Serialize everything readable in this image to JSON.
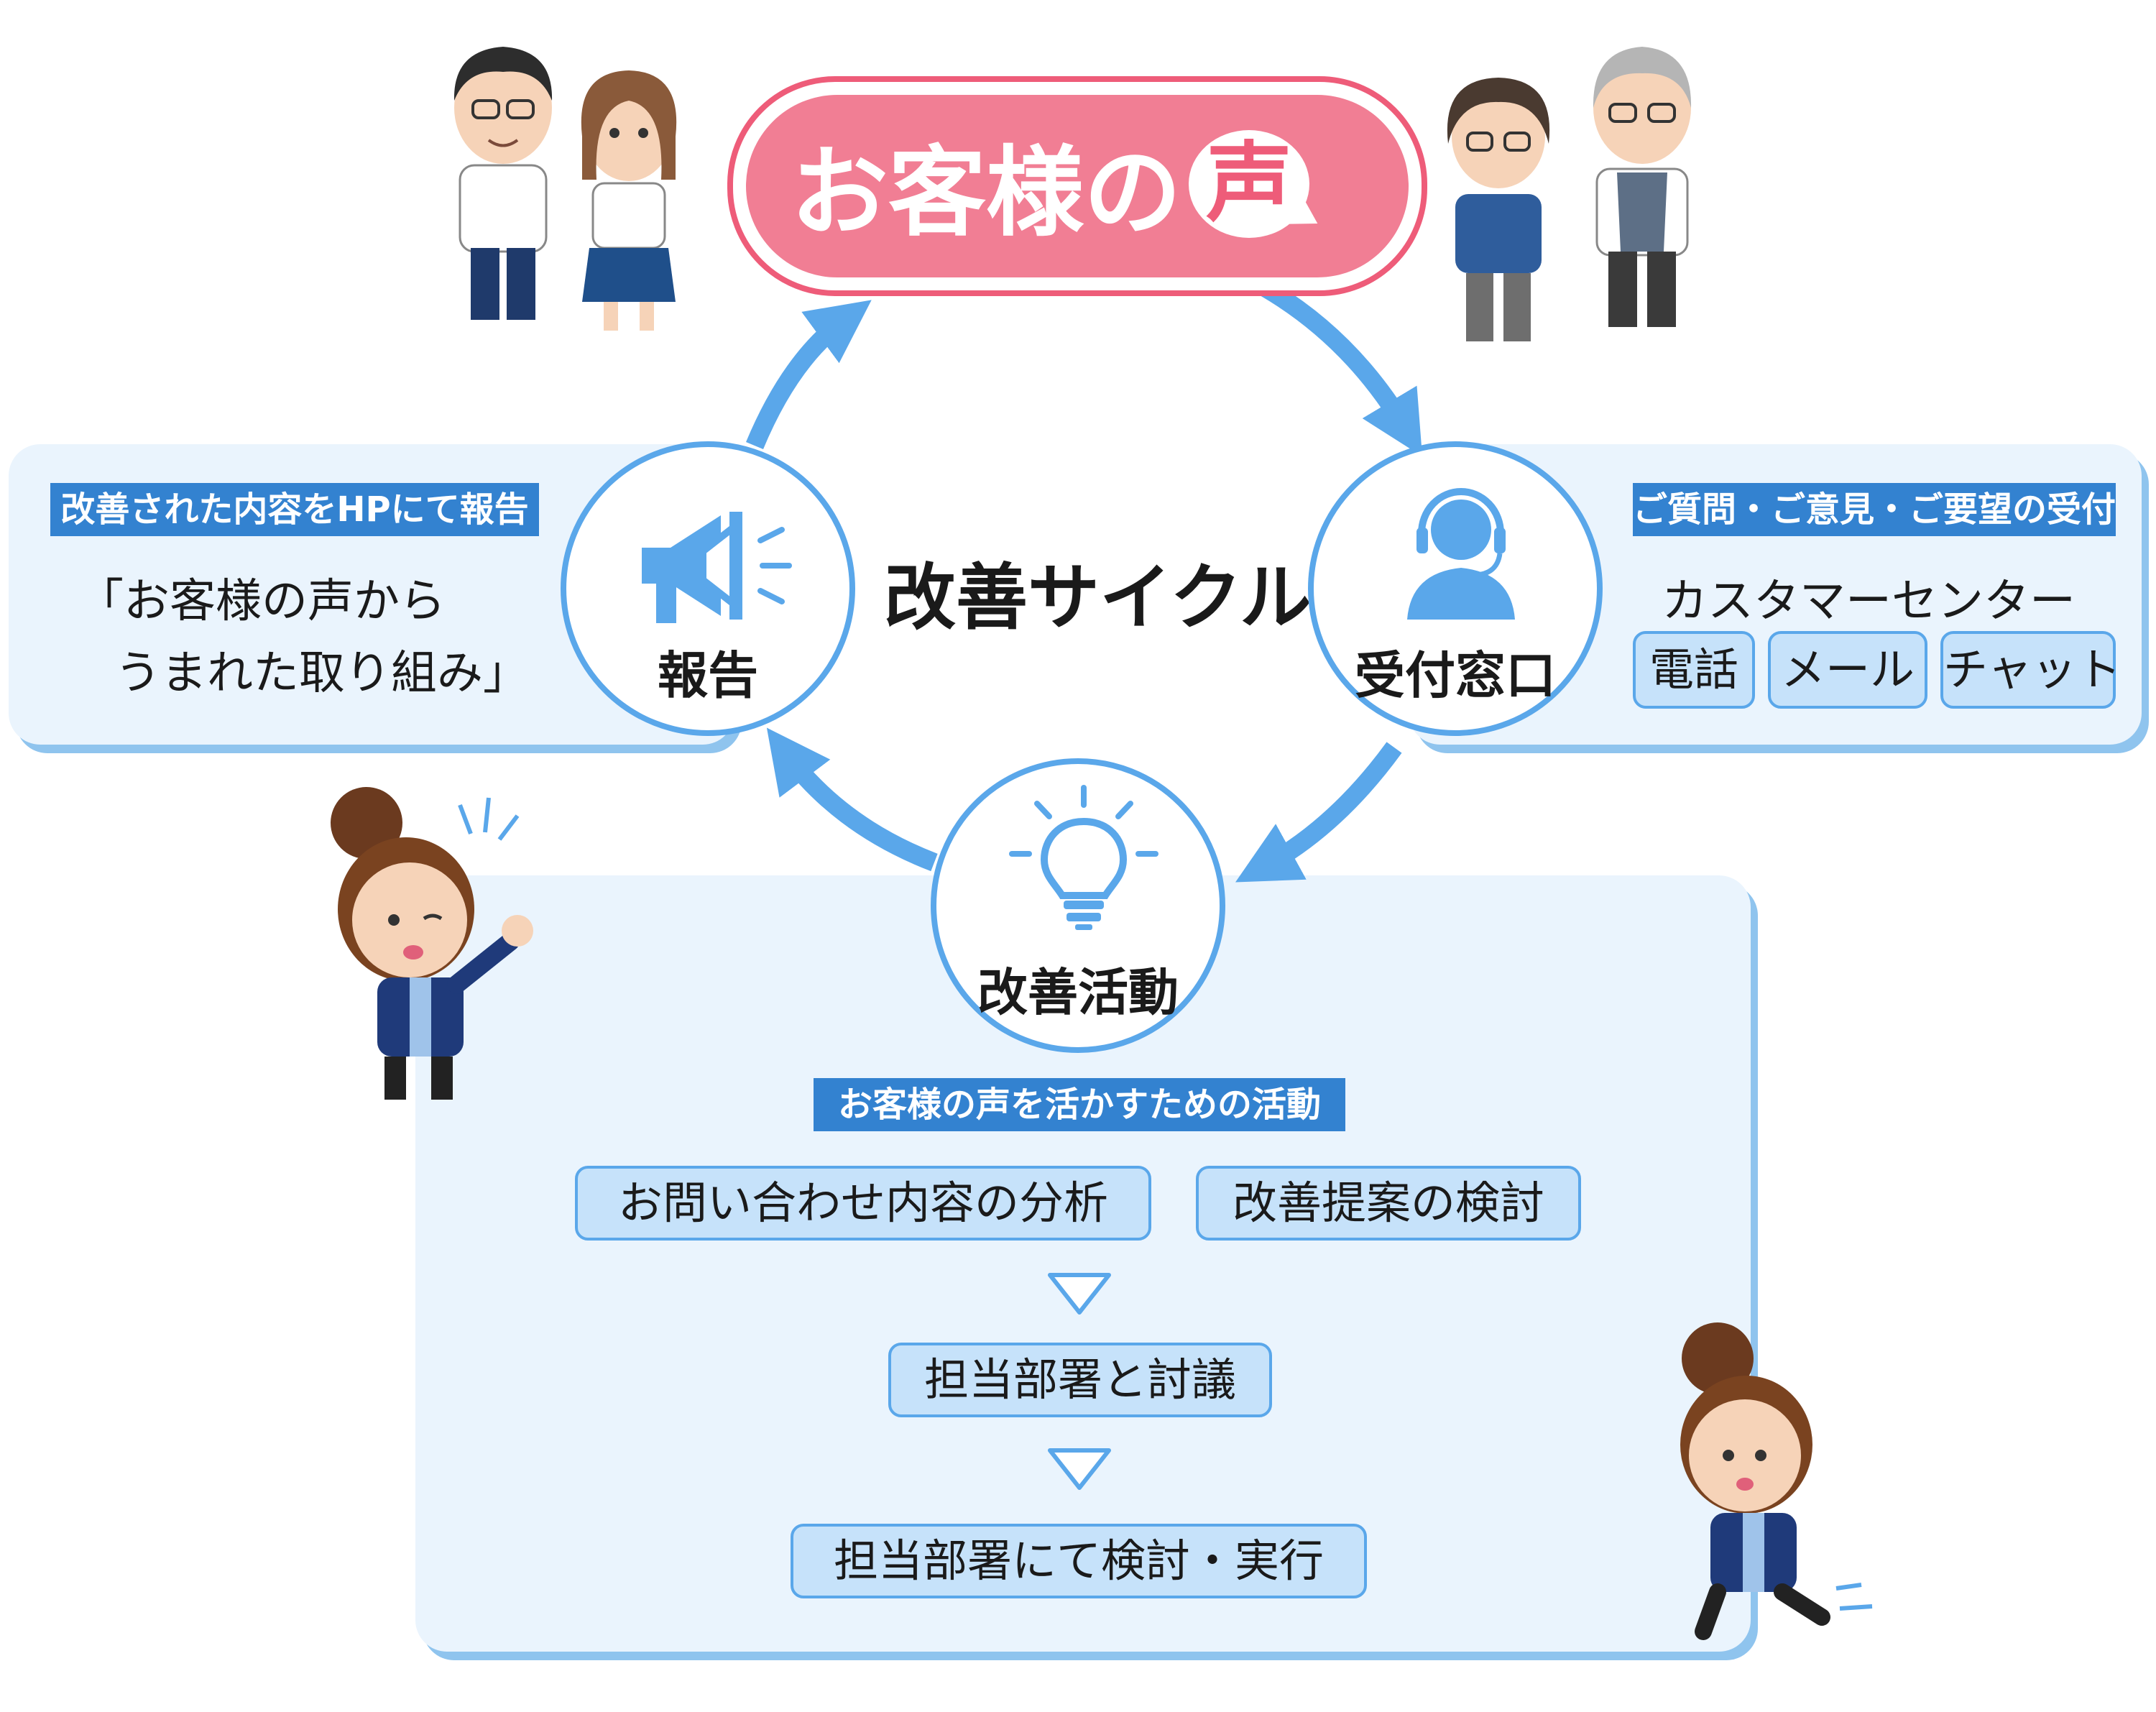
{
  "title": {
    "main": "お客様の",
    "highlight": "声",
    "colors": {
      "pink": "#f17e94",
      "border": "#ee5c79"
    }
  },
  "cycle": {
    "center_label": "改善サイクル",
    "nodes": [
      {
        "label": "報告",
        "icon": "megaphone-icon"
      },
      {
        "label": "受付窓口",
        "icon": "headset-operator-icon"
      },
      {
        "label": "改善活動",
        "icon": "lightbulb-icon"
      }
    ]
  },
  "report_panel": {
    "tag": "改善された内容をHPにて報告",
    "line1": "「お客様の声から",
    "line2": "うまれた取り組み」"
  },
  "reception_panel": {
    "tag": "ご質問・ご意見・ご要望の受付",
    "name": "カスタマーセンター",
    "channels": [
      "電話",
      "メール",
      "チャット"
    ]
  },
  "activity_panel": {
    "tag": "お客様の声を活かすための活動",
    "steps_row1": [
      "お問い合わせ内容の分析",
      "改善提案の検討"
    ],
    "step2": "担当部署と討議",
    "step3": "担当部署にて検討・実行"
  },
  "colors": {
    "blue": "#5aa7ea",
    "tag_blue": "#3382d0",
    "panel_bg": "#eaf4fd",
    "pill_bg": "#c6e2fa"
  }
}
